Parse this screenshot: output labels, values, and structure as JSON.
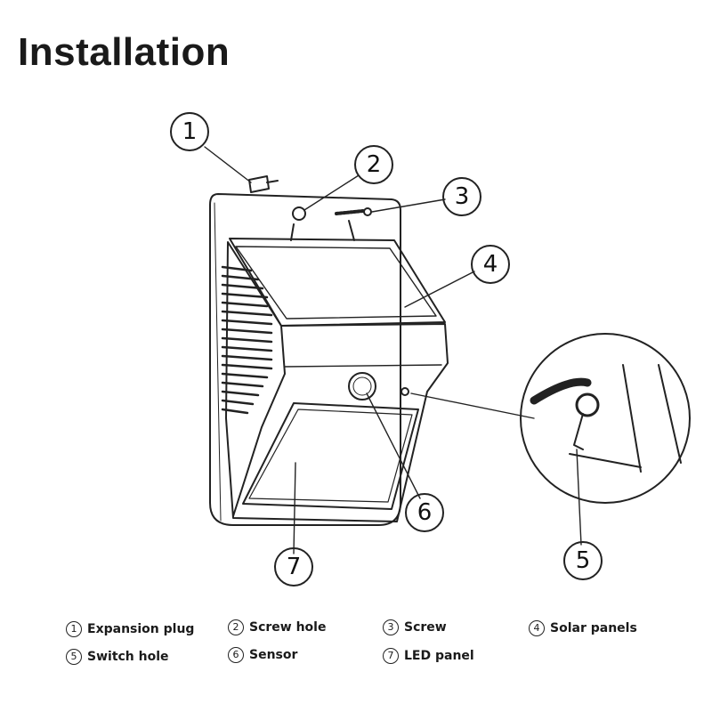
{
  "title": "Installation",
  "callouts": [
    "1",
    "2",
    "3",
    "4",
    "5",
    "6",
    "7"
  ],
  "legend": [
    {
      "num": "1",
      "label": "Expansion plug"
    },
    {
      "num": "2",
      "label": "Screw hole"
    },
    {
      "num": "3",
      "label": "Screw"
    },
    {
      "num": "4",
      "label": "Solar panels"
    },
    {
      "num": "5",
      "label": "Switch hole"
    },
    {
      "num": "6",
      "label": "Sensor"
    },
    {
      "num": "7",
      "label": "LED panel"
    }
  ]
}
